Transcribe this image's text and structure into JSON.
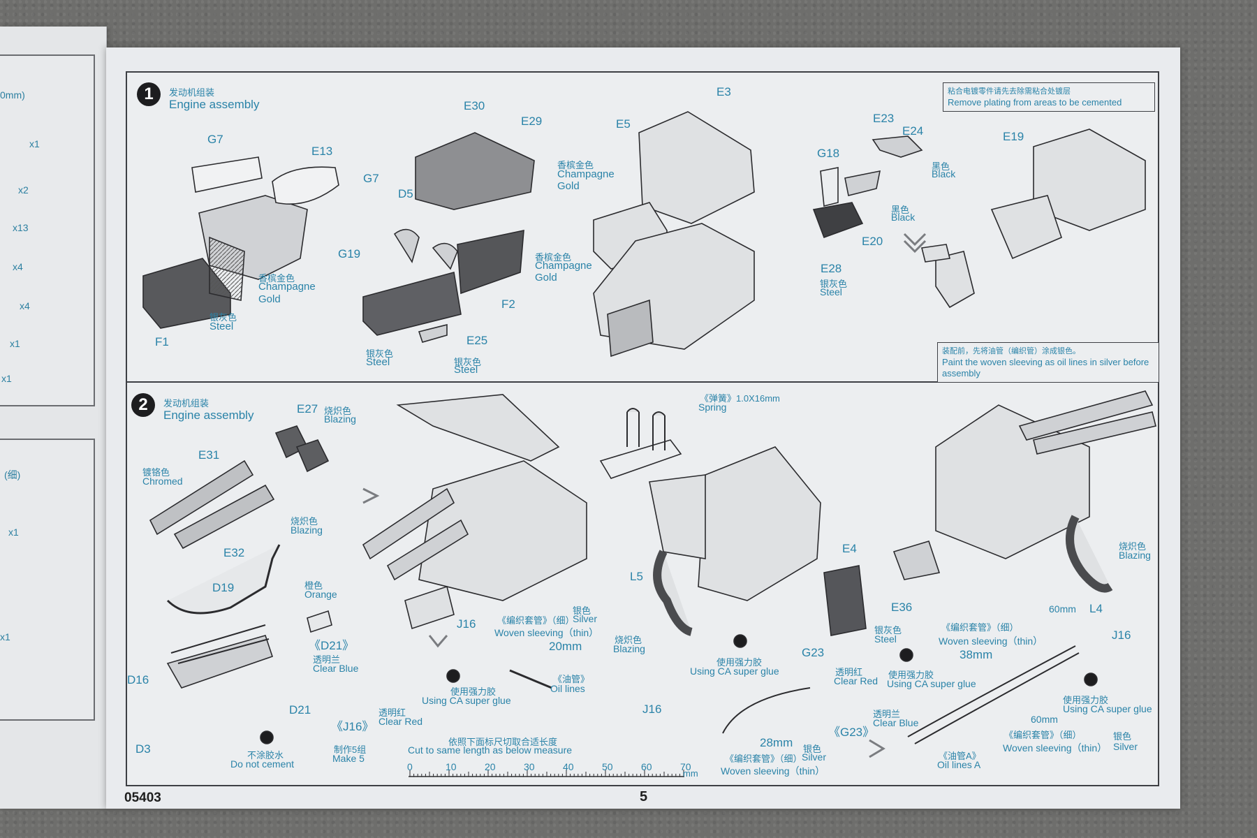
{
  "left_page": {
    "labels": [
      "0mm)",
      "x1",
      "x2",
      "x13",
      "x4",
      "x4",
      "x1",
      "x1",
      "(细)",
      "x1",
      "x1"
    ]
  },
  "step1": {
    "number": "1",
    "title_cn": "发动机组装",
    "title_en": "Engine assembly",
    "note_top": {
      "cn": "粘合电镀零件请先去除需粘合处镀层",
      "en": "Remove plating from areas to be cemented"
    },
    "note_bottom": {
      "cn": "装配前，先将油管（编织管）涂成银色。",
      "en": "Paint the woven sleeving as oil lines in silver before assembly"
    },
    "parts": {
      "G7a": "G7",
      "E13": "E13",
      "G7b": "G7",
      "F1": "F1",
      "E30": "E30",
      "E29": "E29",
      "D5": "D5",
      "G19": "G19",
      "F2": "F2",
      "E25": "E25",
      "E3": "E3",
      "E5": "E5",
      "E23": "E23",
      "E24": "E24",
      "G18": "G18",
      "E20": "E20",
      "E28": "E28",
      "E19": "E19"
    },
    "colors": {
      "champagne1_cn": "香槟金色",
      "champagne1_en_a": "Champagne",
      "champagne1_en_b": "Gold",
      "steel1_cn": "银灰色",
      "steel1_en": "Steel",
      "champagne2_cn": "香槟金色",
      "champagne2_en_a": "Champagne",
      "champagne2_en_b": "Gold",
      "champagne3_cn": "香槟金色",
      "champagne3_en_a": "Champagne",
      "champagne3_en_b": "Gold",
      "steel2_cn": "银灰色",
      "steel2_en": "Steel",
      "steel3_cn": "银灰色",
      "steel3_en": "Steel",
      "black1_cn": "黑色",
      "black1_en": "Black",
      "black2_cn": "黑色",
      "black2_en": "Black",
      "steel4_cn": "银灰色",
      "steel4_en": "Steel"
    }
  },
  "step2": {
    "number": "2",
    "title_cn": "发动机组装",
    "title_en": "Engine assembly",
    "parts": {
      "E27": "E27",
      "E31": "E31",
      "E32": "E32",
      "D19": "D19",
      "D16": "D16",
      "D21a": "D21",
      "D3": "D3",
      "D21b": "《D21》",
      "J16a": "《J16》",
      "J16b": "J16",
      "L5": "L5",
      "E4": "E4",
      "G23a": "G23",
      "J16c": "J16",
      "G23b": "《G23》",
      "E36": "E36",
      "L4": "L4",
      "J16d": "J16"
    },
    "labels": {
      "blazing1_cn": "烧炽色",
      "blazing1_en": "Blazing",
      "chromed_cn": "镀铬色",
      "chromed_en": "Chromed",
      "blazing2_cn": "烧炽色",
      "blazing2_en": "Blazing",
      "orange_cn": "橙色",
      "orange_en": "Orange",
      "clearblue1_cn": "透明兰",
      "clearblue1_en": "Clear Blue",
      "clearred1_cn": "透明红",
      "clearred1_en": "Clear Red",
      "make5_cn": "制作5组",
      "make5_en": "Make 5",
      "nocement_cn": "不涂胶水",
      "nocement_en": "Do not cement",
      "woven1_cn": "《编织套管》（细）",
      "silver1_cn": "银色",
      "silver1_en": "Silver",
      "woven1_en": "Woven sleeving（thin）",
      "len1": "20mm",
      "oil1_cn": "《油管》",
      "oil1_en": "Oil lines",
      "ca1_cn": "使用强力胶",
      "ca1_en": "Using CA super glue",
      "cut_cn": "依照下面标尺切取合适长度",
      "cut_en": "Cut to same length as below measure",
      "spring_cn": "《弹簧》1.0X16mm",
      "spring_en": "Spring",
      "blazing3_cn": "烧炽色",
      "blazing3_en": "Blazing",
      "ca2_cn": "使用强力胶",
      "ca2_en": "Using CA super glue",
      "steel5_cn": "银灰色",
      "steel5_en": "Steel",
      "clearred2_cn": "透明红",
      "clearred2_en": "Clear Red",
      "ca3_cn": "使用强力胶",
      "ca3_en": "Using CA super glue",
      "clearblue2_cn": "透明兰",
      "clearblue2_en": "Clear Blue",
      "len2": "28mm",
      "woven2_cn": "《编织套管》（细）",
      "silver2_cn": "银色",
      "silver2_en": "Silver",
      "woven2_en": "Woven sleeving（thin）",
      "woven3_cn": "《编织套管》（细）",
      "woven3_en": "Woven sleeving（thin）",
      "len3": "38mm",
      "blazing4_cn": "烧炽色",
      "blazing4_en": "Blazing",
      "len4": "60mm",
      "len5": "60mm",
      "ca4_cn": "使用强力胶",
      "ca4_en": "Using CA super glue",
      "woven4_cn": "《编织套管》（细）",
      "silver3_cn": "银色",
      "woven4_en": "Woven sleeving（thin）",
      "silver3_en": "Silver",
      "oilA_cn": "《油管A》",
      "oilA_en": "Oil lines A"
    },
    "ruler": {
      "ticks": [
        "0",
        "10",
        "20",
        "30",
        "40",
        "50",
        "60",
        "70"
      ],
      "unit": "mm"
    }
  },
  "footer": {
    "code": "05403",
    "page": "5"
  }
}
